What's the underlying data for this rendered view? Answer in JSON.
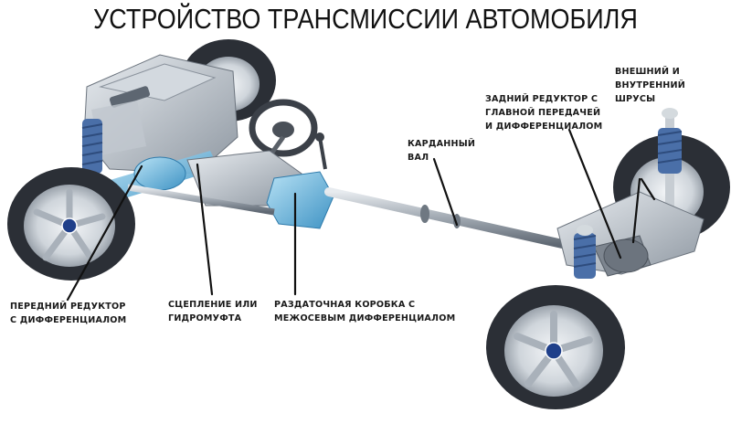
{
  "title": "УСТРОЙСТВО ТРАНСМИССИИ АВТОМОБИЛЯ",
  "labels": {
    "front_diff": {
      "lines": [
        "ПЕРЕДНИЙ РЕДУКТОР",
        "С ДИФФЕРЕНЦИАЛОМ"
      ]
    },
    "clutch": {
      "lines": [
        "СЦЕПЛЕНИЕ ИЛИ",
        "ГИДРОМУФТА"
      ]
    },
    "transfer_case": {
      "lines": [
        "РАЗДАТОЧНАЯ КОРОБКА С",
        "МЕЖОСЕВЫМ ДИФФЕРЕНЦИАЛОМ"
      ]
    },
    "driveshaft": {
      "lines": [
        "КАРДАННЫЙ",
        "ВАЛ"
      ]
    },
    "rear_diff": {
      "lines": [
        "ЗАДНИЙ РЕДУКТОР С",
        "ГЛАВНОЙ ПЕРЕДАЧЕЙ",
        "И ДИФФЕРЕНЦИАЛОМ"
      ]
    },
    "cv_joints": {
      "lines": [
        "ВНЕШНИЙ И",
        "ВНУТРЕННИЙ",
        "ШРУСЫ"
      ]
    }
  },
  "colors": {
    "tire": "#2b2f36",
    "rim": "#d9dde2",
    "metal": "#b8bec6",
    "metal_dark": "#7d858f",
    "highlight_blue": "#7fc3e6",
    "spring": "#4a6fa8",
    "leader": "#111111"
  }
}
